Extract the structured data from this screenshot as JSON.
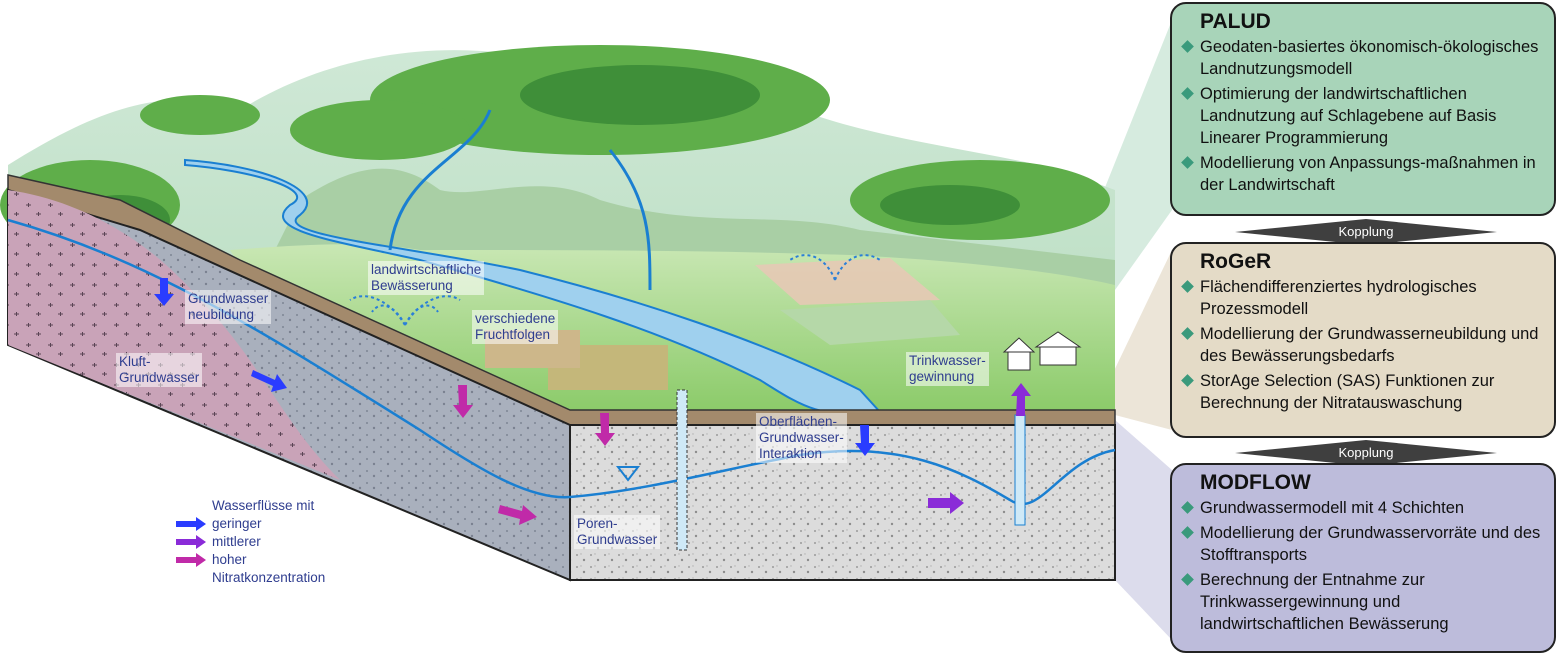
{
  "labels": {
    "irrigation": [
      "landwirtschaftliche",
      "Bewässerung"
    ],
    "recharge": [
      "Grundwasser",
      "neubildung"
    ],
    "crops": [
      "verschiedene",
      "Fruchtfolgen"
    ],
    "fracture_gw": [
      "Kluft-",
      "Grundwasser"
    ],
    "drinking_water": [
      "Trinkwasser-",
      "gewinnung"
    ],
    "sw_gw": [
      "Oberflächen-",
      "Grundwasser-",
      "Interaktion"
    ],
    "pore_gw": [
      "Poren-",
      "Grundwasser"
    ]
  },
  "legend": {
    "title": "Wasserflüsse mit",
    "items": [
      {
        "label": "geringer",
        "color": "#2a3cff"
      },
      {
        "label": "mittlerer",
        "color": "#8a2bd8"
      },
      {
        "label": "hoher",
        "color": "#c02aa8"
      }
    ],
    "footer": "Nitratkonzentration"
  },
  "panels": [
    {
      "title": "PALUD",
      "color": "#a8d4b9",
      "bullets": [
        "Geodaten-basiertes ökonomisch-ökologisches Landnutzungsmodell",
        "Optimierung der landwirtschaftlichen Landnutzung auf Schlagebene auf Basis Linearer Programmierung",
        "Modellierung von Anpassungs-maßnahmen in der Landwirtschaft"
      ]
    },
    {
      "title": "RoGeR",
      "color": "#e4dbc7",
      "bullets": [
        "Flächendifferenziertes hydrologisches Prozessmodell",
        "Modellierung der Grundwasserneubildung und des Bewässerungsbedarfs",
        "StorAge Selection (SAS) Funktionen zur Berechnung der Nitratauswaschung"
      ]
    },
    {
      "title": "MODFLOW",
      "color": "#bdbcdb",
      "bullets": [
        "Grundwassermodell mit 4 Schichten",
        "Modellierung der Grundwasservorräte und des Stofftransports",
        "Berechnung der Entnahme zur Trinkwassergewinnung und landwirtschaftlichen Bewässerung"
      ]
    }
  ],
  "coupling": [
    "Kopplung",
    "Kopplung"
  ]
}
